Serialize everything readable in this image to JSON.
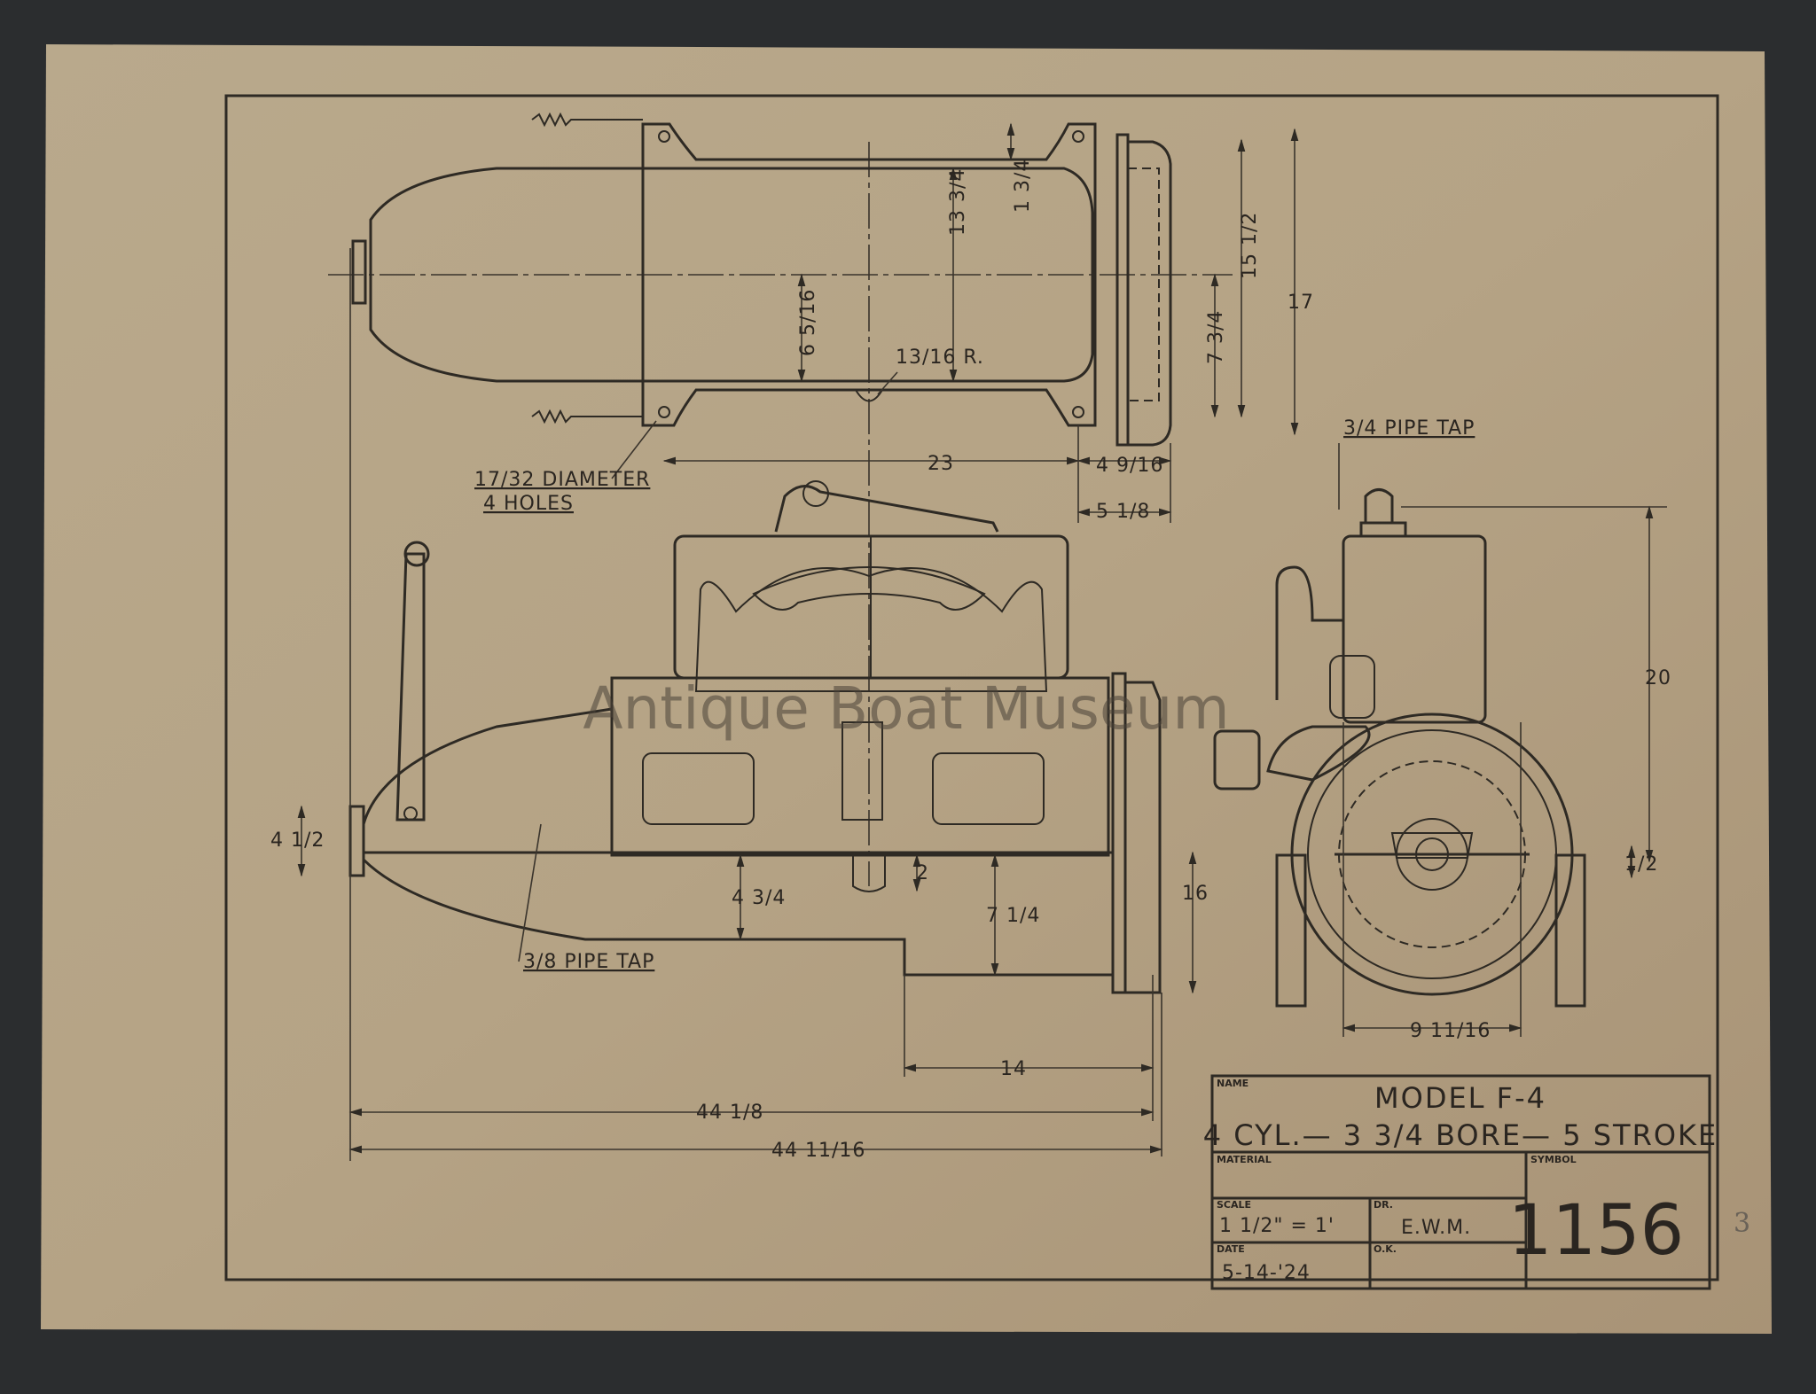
{
  "drawing": {
    "watermark": "Antique Boat Museum",
    "top_view_dimensions": {
      "d1": "13 3/4",
      "d2": "1 3/4",
      "d3": "6 5/16",
      "d4": "13/16 R.",
      "d5": "15 1/2",
      "d6": "17",
      "d7": "7 3/4",
      "d8": "23",
      "d9": "4 9/16",
      "d10": "5 1/8"
    },
    "notes": {
      "holes_line1": "17/32 DIAMETER",
      "holes_line2": "4 HOLES",
      "pipe_tap_top": "3/4 PIPE TAP",
      "pipe_tap_side": "3/8 PIPE TAP"
    },
    "side_view_dimensions": {
      "d1": "4 1/2",
      "d2": "2",
      "d3": "4 3/4",
      "d4": "7 1/4",
      "d5": "16",
      "d6": "14",
      "d7": "44 1/8",
      "d8": "44 11/16"
    },
    "front_view_dimensions": {
      "d1": "20",
      "d2": "1/2",
      "d3": "9 11/16"
    },
    "pencil_mark": "3"
  },
  "title_block": {
    "name_label": "NAME",
    "name_line1": "MODEL F-4",
    "name_line2": "4 CYL.— 3 3/4 BORE— 5 STROKE",
    "material_label": "MATERIAL",
    "material_value": "",
    "symbol_label": "SYMBOL",
    "symbol_value": "1156",
    "scale_label": "SCALE",
    "scale_value": "1 1/2\" = 1'",
    "drawn_label": "DR.",
    "drawn_value": "E.W.M.",
    "date_label": "DATE",
    "date_value": "5-14-'24",
    "ok_label": "O.K.",
    "ok_value": ""
  },
  "colors": {
    "paper": "#b8a688",
    "ink": "#2e2a24",
    "background": "#2b2d2f"
  }
}
